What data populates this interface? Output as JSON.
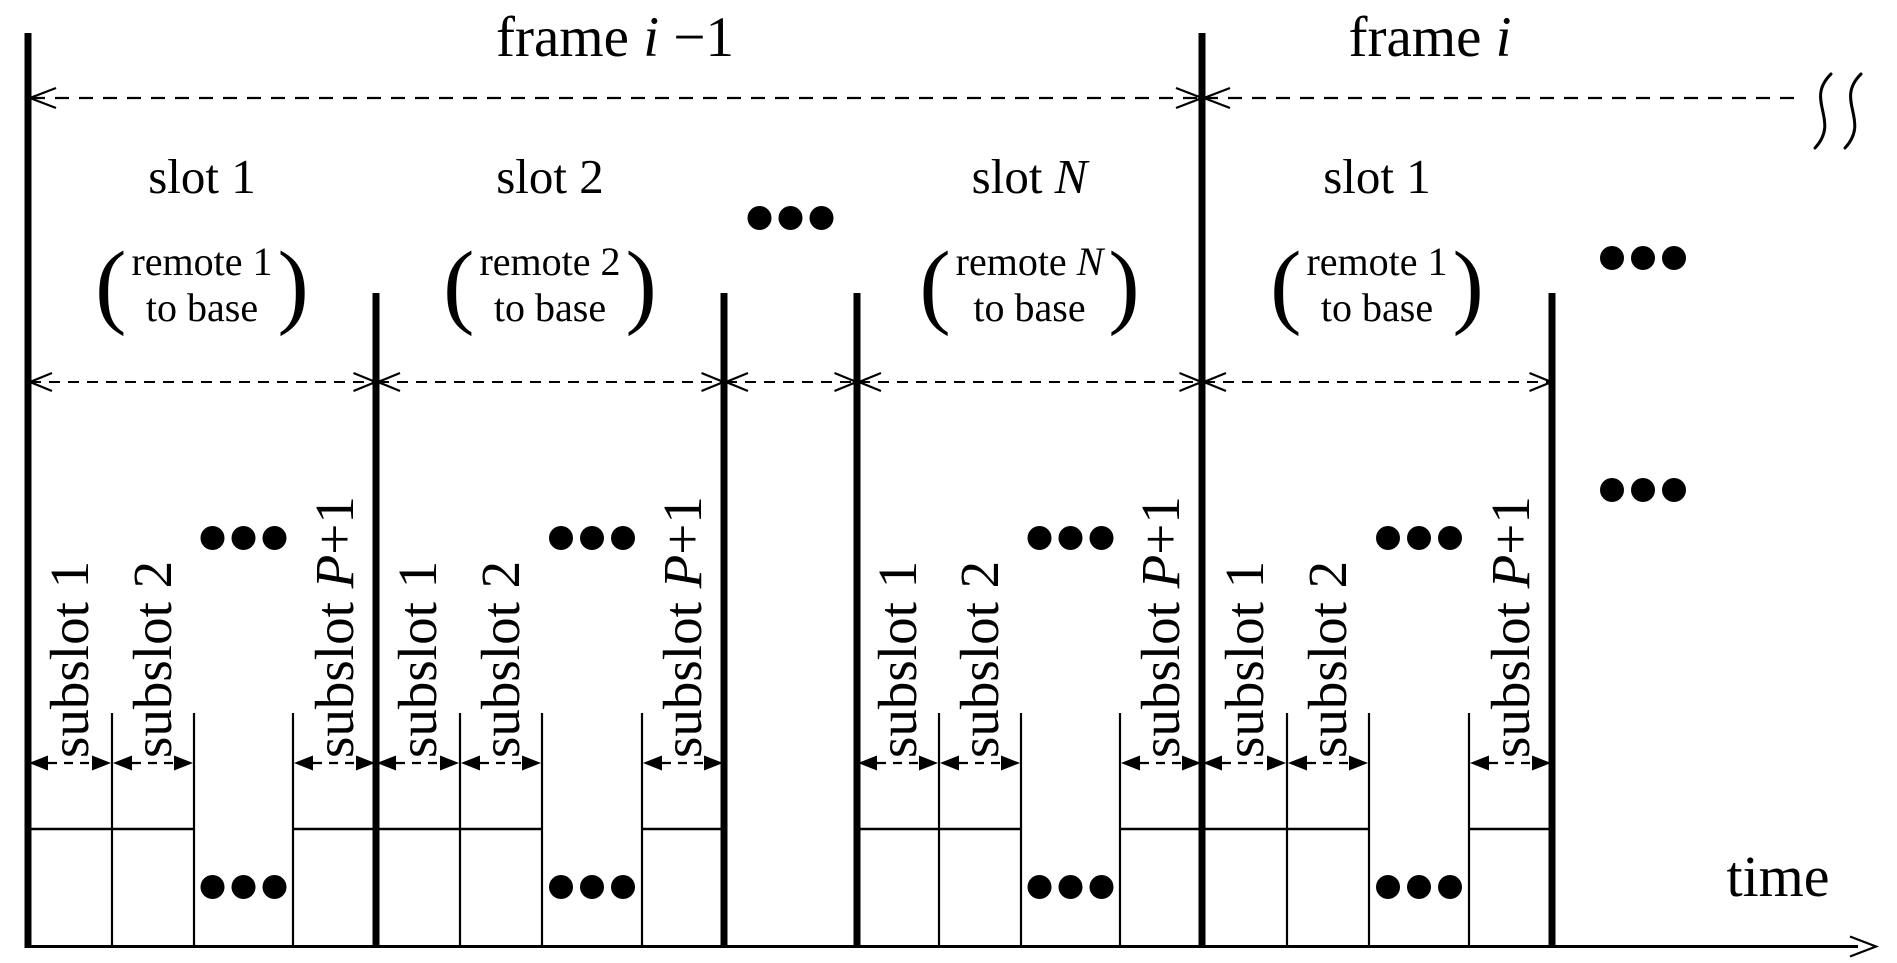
{
  "figure": {
    "title_row": {
      "frame_prev_label": "frame *i* −1",
      "frame_curr_label": "frame  *i*"
    },
    "time_axis": {
      "label": "time"
    },
    "ellipsis": "•••",
    "annotation_parens": {
      "open": "(",
      "close": ")"
    },
    "slots": [
      {
        "label": "slot 1",
        "remote": "remote 1",
        "direction": "to base"
      },
      {
        "label": "slot 2",
        "remote": "remote 2",
        "direction": "to base"
      },
      {
        "label": "slot *N*",
        "remote": "remote *N*",
        "direction": "to base"
      },
      {
        "label": "slot 1",
        "remote": "remote 1",
        "direction": "to base"
      }
    ],
    "subslot_labels": [
      "subslot 1",
      "subslot 2",
      "subslot *P*+1"
    ],
    "colors": {
      "ink": "#000000",
      "background": "#ffffff"
    }
  }
}
